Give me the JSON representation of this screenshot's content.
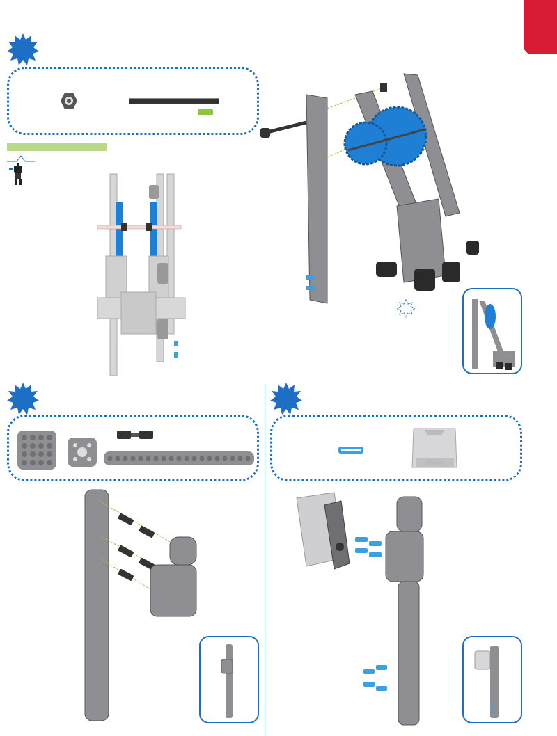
{
  "page": {
    "accent_color": "#1c6fc4",
    "tab_color": "#d91c35",
    "part_color": "#8e8e93",
    "gear_color": "#1e7fd4",
    "connector_color": "#3aa0e0",
    "highlight_color": "#8cc63f"
  },
  "steps": [
    {
      "badge_icon": "starburst-icon",
      "parts_panel": "top-left"
    },
    {
      "badge_icon": "starburst-icon",
      "parts_panel": "bottom-left"
    },
    {
      "badge_icon": "starburst-icon",
      "parts_panel": "bottom-right"
    }
  ],
  "icons": [
    "hex-nut-icon",
    "ruler-icon",
    "robot-mascot-icon",
    "starburst-icon"
  ]
}
